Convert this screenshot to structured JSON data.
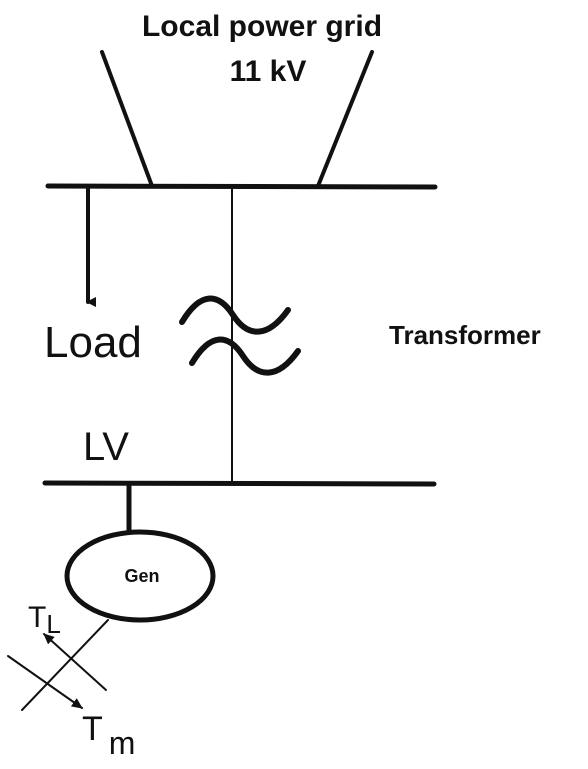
{
  "labels": {
    "grid_title": "Local power grid",
    "grid_voltage": "11 kV",
    "load": "Load",
    "transformer": "Transformer",
    "lv": "LV",
    "gen": "Gen",
    "tl_main": "T",
    "tl_sub": "L",
    "tm_main": "T",
    "tm_sub": "m"
  },
  "colors": {
    "ink": "#111111",
    "background": "#ffffff"
  }
}
